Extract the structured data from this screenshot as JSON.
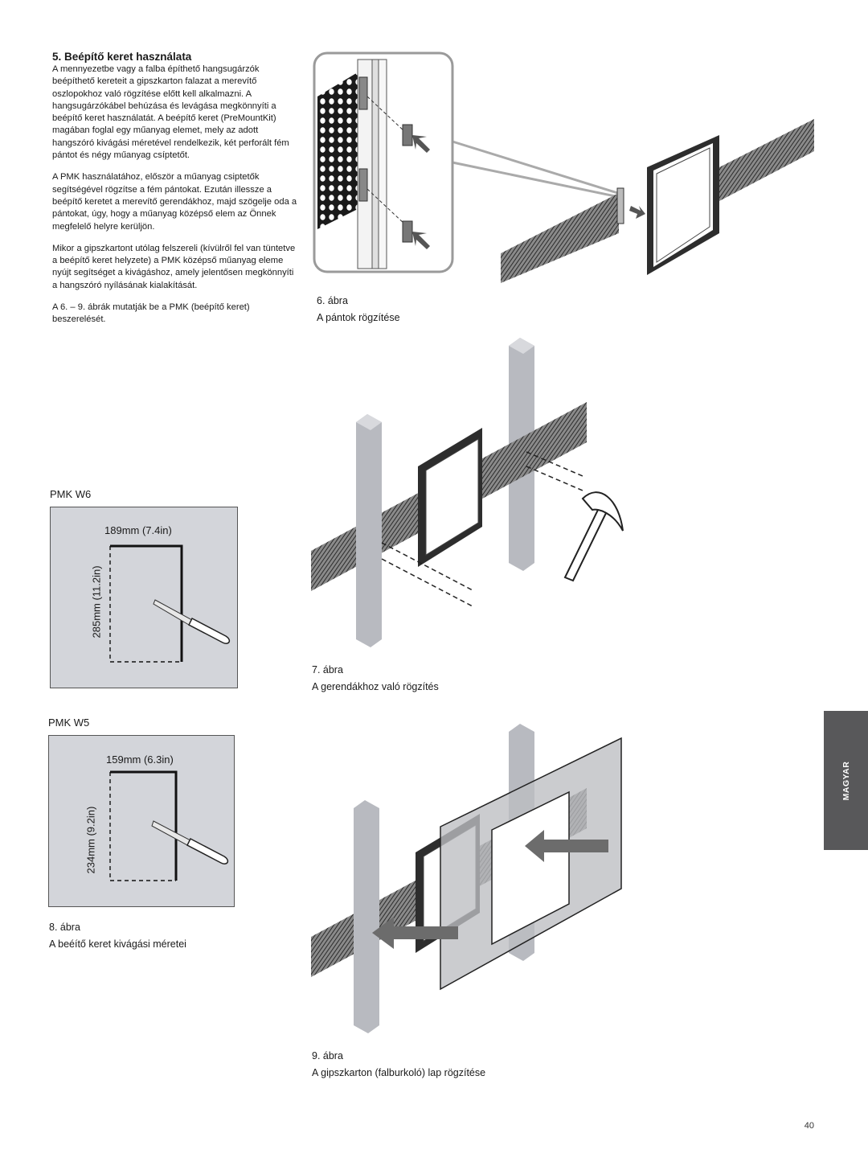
{
  "section": {
    "title": "5. Beépítő keret használata",
    "paragraphs": [
      "A mennyezetbe vagy a falba építhető hangsugárzók beépíthető kereteit a gipszkarton falazat a merevítő oszlopokhoz való rögzítése előtt kell alkalmazni. A hangsugárzókábel behúzása és levágása megkönnyíti a beépítő keret használatát. A beépítő keret (PreMountKit) magában foglal egy műanyag elemet, mely az adott hangszóró kivágási méretével rendelkezik, két perforált fém pántot és négy műanyag csíptetőt.",
      "A PMK használatához, először a műanyag csiptetők segítségével rögzítse a fém pántokat. Ezután illessze a beépítő keretet a merevítő gerendákhoz, majd szögelje oda a pántokat, úgy, hogy a műanyag középső elem az Önnek megfelelő helyre kerüljön.",
      "Mikor a gipszkartont utólag felszereli (kívülről fel van tüntetve a beépítő keret helyzete) a PMK középső műanyag eleme nyújt segítséget a kivágáshoz, amely jelentősen megkönnyíti a hangszóró nyílásának kialakítását.",
      "A 6. – 9. ábrák mutatják be a PMK (beépítő keret) beszerelését."
    ]
  },
  "figures": {
    "fig6": {
      "number": "6. ábra",
      "caption": "A pántok rögzítése"
    },
    "fig7": {
      "number": "7. ábra",
      "caption": "A gerendákhoz való rögzítés"
    },
    "fig8": {
      "number": "8. ábra",
      "caption": "A beéítő keret kivágási méretei"
    },
    "fig9": {
      "number": "9. ábra",
      "caption": "A gipszkarton (falburkoló) lap rögzítése"
    }
  },
  "cutouts": {
    "w6": {
      "label": "PMK W6",
      "width": "189mm (7.4in)",
      "height": "285mm (11.2in)"
    },
    "w5": {
      "label": "PMK W5",
      "width": "159mm (6.3in)",
      "height": "234mm (9.2in)"
    }
  },
  "side_tab": "MAGYAR",
  "page_number": "40",
  "colors": {
    "panel": "#d3d5da",
    "side_tab": "#58585a",
    "strap": "#555555",
    "stud": "#b8bac0",
    "drywall": "#bdbec2"
  }
}
